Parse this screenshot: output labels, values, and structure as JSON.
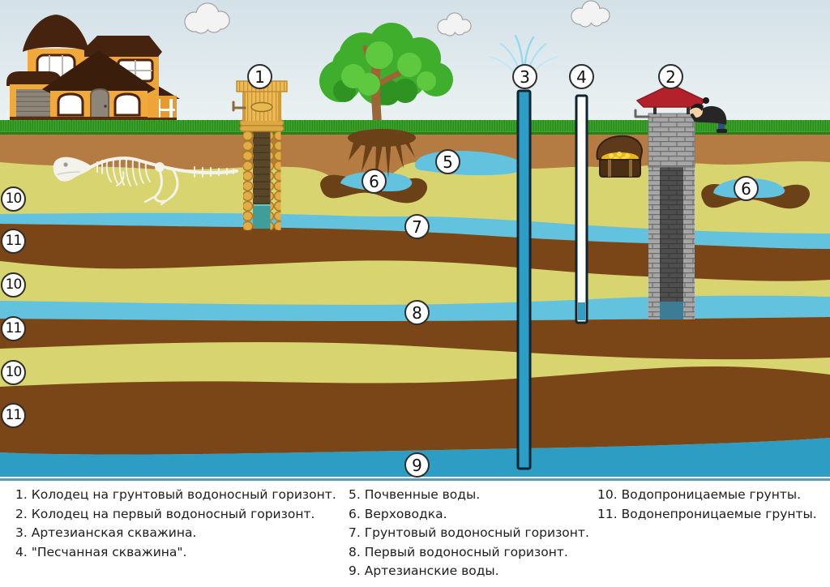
{
  "markers": [
    "1",
    "2",
    "3",
    "4",
    "5",
    "6",
    "6",
    "7",
    "8",
    "9",
    "10",
    "11",
    "10",
    "11",
    "10",
    "11"
  ],
  "legend": {
    "col1": [
      "1. Колодец на грунтовый водоносный горизонт.",
      "2. Колодец на первый водоносный горизонт.",
      "3. Артезианская скважина.",
      "4. \"Песчанная скважина\"."
    ],
    "col2": [
      "5. Почвенные воды.",
      "6. Верховодка.",
      "7. Грунтовый водоносный горизонт.",
      "8. Первый водоносный горизонт.",
      "9. Артезианские воды."
    ],
    "col3": [
      "10. Водопроницаемые грунты.",
      "11. Водонепроницаемые грунты."
    ]
  },
  "scene_icons": {
    "house": "house-illustration",
    "tree": "tree-with-roots",
    "fossil": "dinosaur-skeleton",
    "log_well": "wooden-log-well",
    "brick_well": "brick-well-with-person",
    "artesian_pipe": "artesian-borehole-with-fountain",
    "sand_pipe": "sand-borehole",
    "chest": "buried-treasure-chest",
    "clouds": "cloud"
  },
  "colors": {
    "sky_top": "#d3e1e8",
    "sky_bottom": "#eff4f4",
    "grass": "#3da32b",
    "topsoil": "#b47c42",
    "permeable_soil": "#d8d46f",
    "impermeable_soil": "#7a4517",
    "aquifer_water": "#63c2de",
    "artesian_water": "#2e9dc3",
    "legend_divider": "#5a9db8",
    "marker_border": "#2e2e2e",
    "well_wood": "#e3ac45",
    "well_brick": "#a6a6a6",
    "well_roof_red": "#b3212b",
    "pipe_blue": "#2c9dc6",
    "pipe_white": "#ffffff",
    "treasure_gold": "#f2c41d"
  }
}
